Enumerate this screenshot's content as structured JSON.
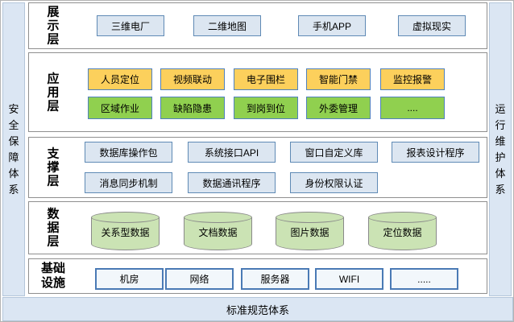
{
  "frame": {
    "left_pillar": "安全保障体系",
    "right_pillar": "运行维护体系",
    "bottom_bar": "标准规范体系"
  },
  "layers": {
    "presentation": {
      "label": "展示层",
      "boxes": [
        "三维电厂",
        "二维地图",
        "手机APP",
        "虚拟现实"
      ]
    },
    "application": {
      "label": "应用层",
      "row1": [
        "人员定位",
        "视频联动",
        "电子围栏",
        "智能门禁",
        "监控报警"
      ],
      "row2": [
        "区域作业",
        "缺陷隐患",
        "到岗到位",
        "外委管理",
        "...."
      ]
    },
    "support": {
      "label": "支撑层",
      "row1": [
        "数据库操作包",
        "系统接口API",
        "窗口自定义库",
        "报表设计程序"
      ],
      "row2": [
        "消息同步机制",
        "数据通讯程序",
        "身份权限认证"
      ]
    },
    "data": {
      "label": "数据层",
      "cylinders": [
        "关系型数据",
        "文档数据",
        "图片数据",
        "定位数据"
      ]
    },
    "infrastructure": {
      "label": "基础设施",
      "boxes": [
        "机房",
        "网络",
        "服务器",
        "WIFI",
        "....."
      ]
    }
  },
  "colors": {
    "pillar_fill": "#dbe6f3",
    "layer_border": "#8f8f8f",
    "box_blue_fill": "#dce6f1",
    "box_blue_border": "#5f8ab5",
    "box_yellow_fill": "#fcd05c",
    "box_green_fill": "#90d04f",
    "box_accent_border": "#4f81bd",
    "infra_border": "#4a7ab5",
    "cylinder_fill": "#cbe3b4",
    "cylinder_border": "#8a8a8a"
  }
}
